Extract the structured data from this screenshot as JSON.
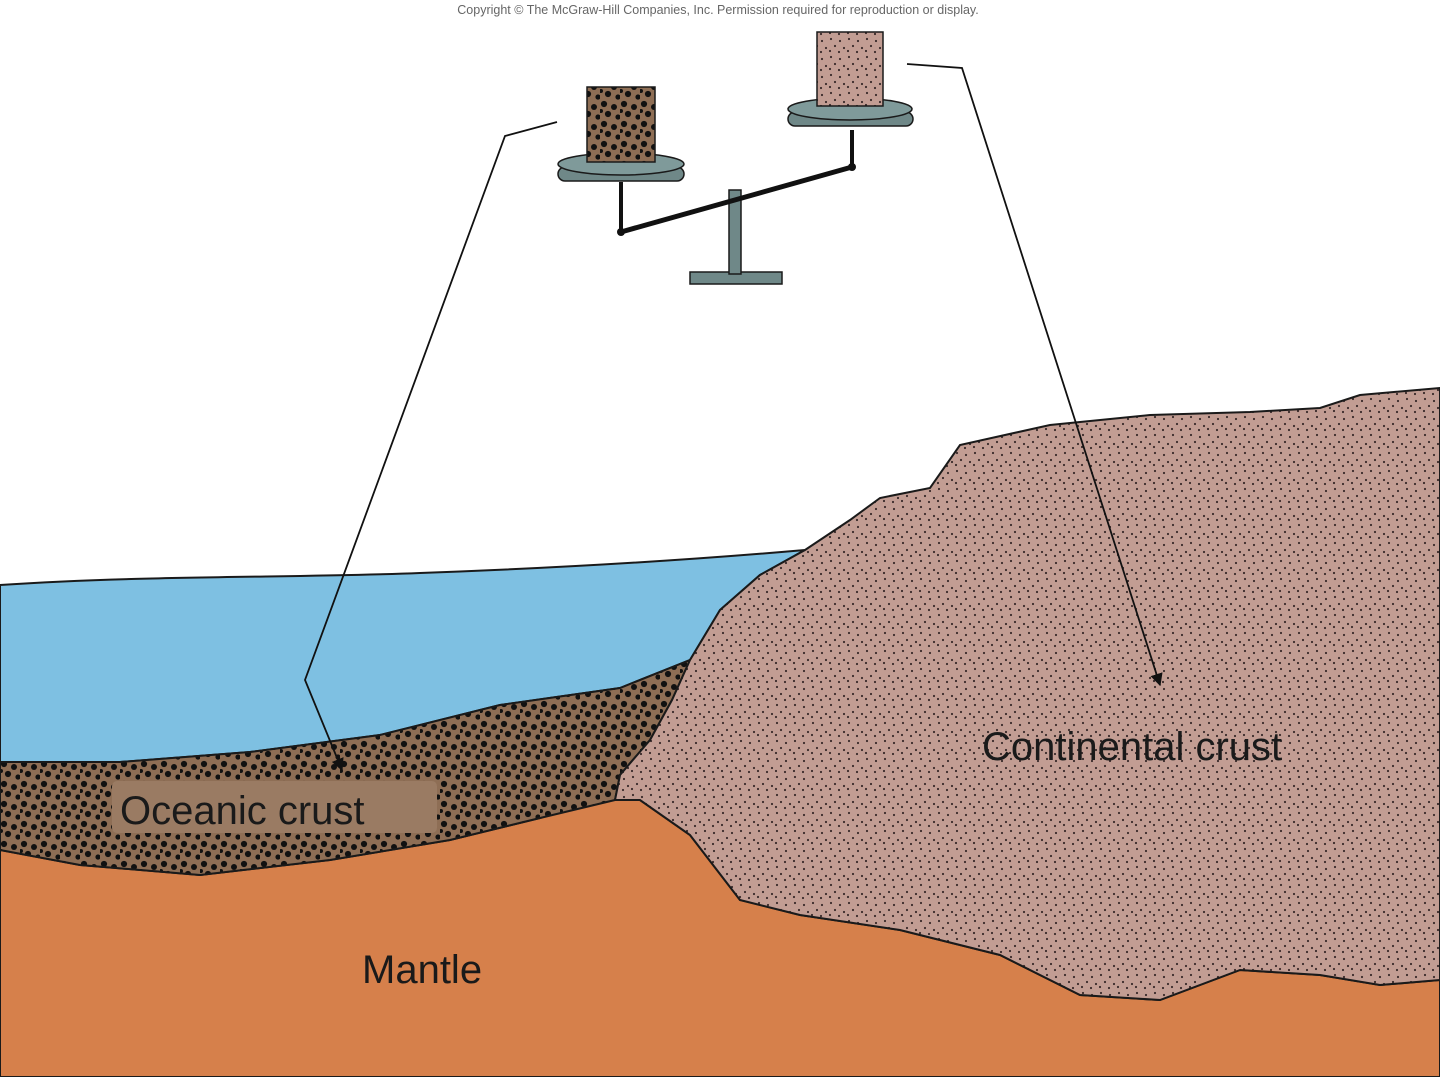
{
  "copyright": "Copyright © The McGraw-Hill Companies, Inc. Permission required for reproduction or display.",
  "labels": {
    "oceanic": "Oceanic crust",
    "continental": "Continental crust",
    "mantle": "Mantle"
  },
  "colors": {
    "ocean": "#7ec0e2",
    "oceanic_crust": "#8e6e55",
    "oceanic_label_bg": "#9a7b63",
    "continental_crust": "#c29d93",
    "mantle": "#d6804b",
    "balance": "#6f8888",
    "outline": "#1a1a1a"
  }
}
